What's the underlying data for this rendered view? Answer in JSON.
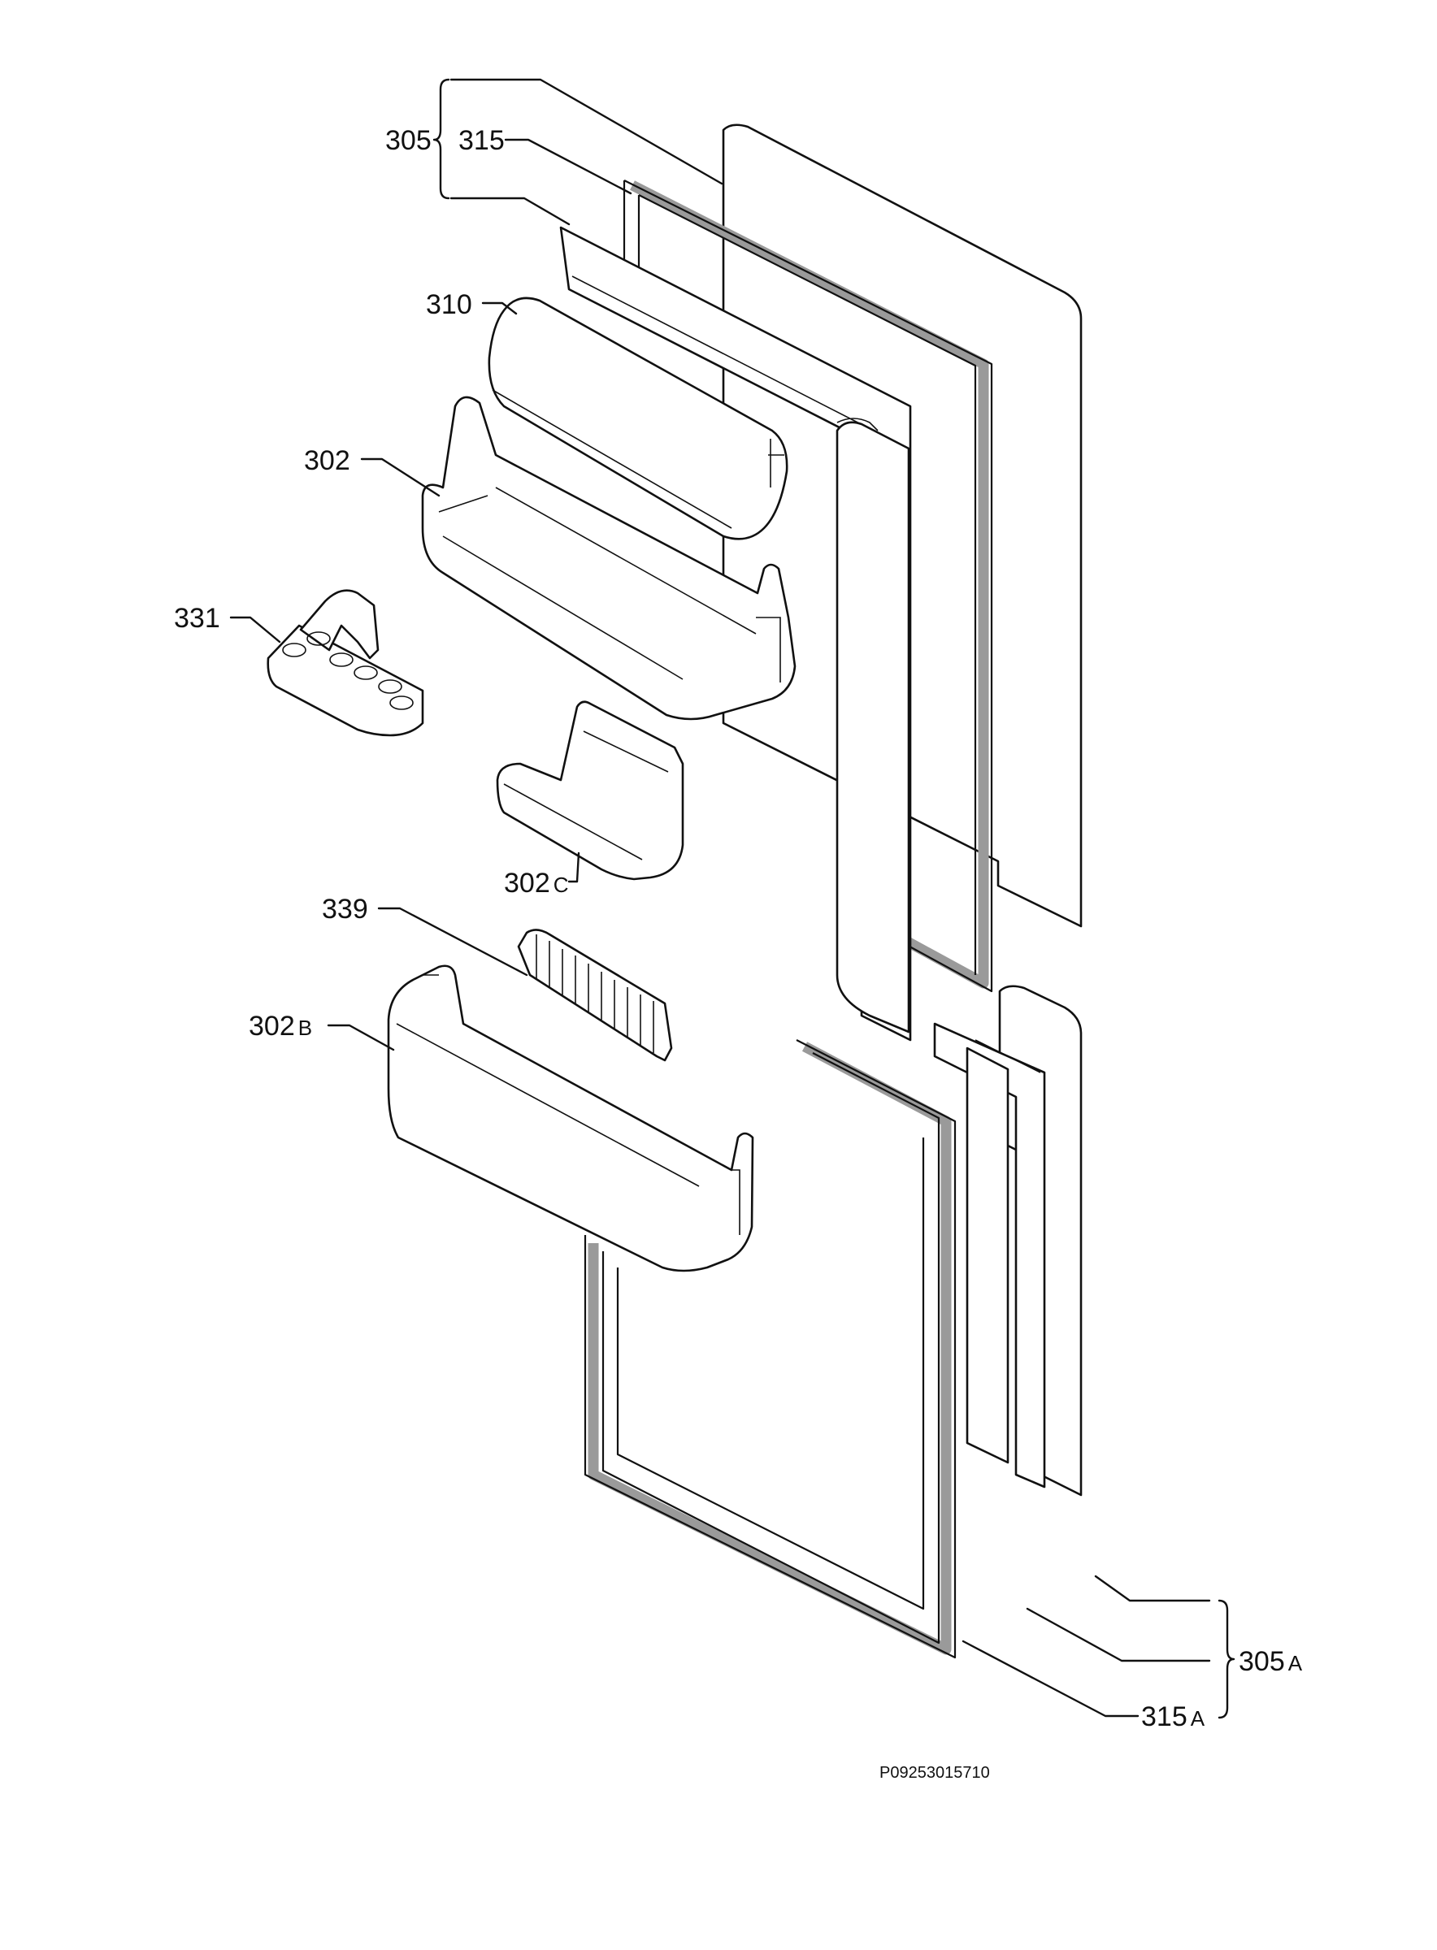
{
  "labels": {
    "l305": "305",
    "l315": "315",
    "l310": "310",
    "l302": "302",
    "l331": "331",
    "l302c_num": "302",
    "l302c_suf": "C",
    "l339": "339",
    "l302b_num": "302",
    "l302b_suf": "B",
    "l305a_num": "305",
    "l305a_suf": "A",
    "l315a_num": "315",
    "l315a_suf": "A"
  },
  "drawing_code": "P09253015710"
}
